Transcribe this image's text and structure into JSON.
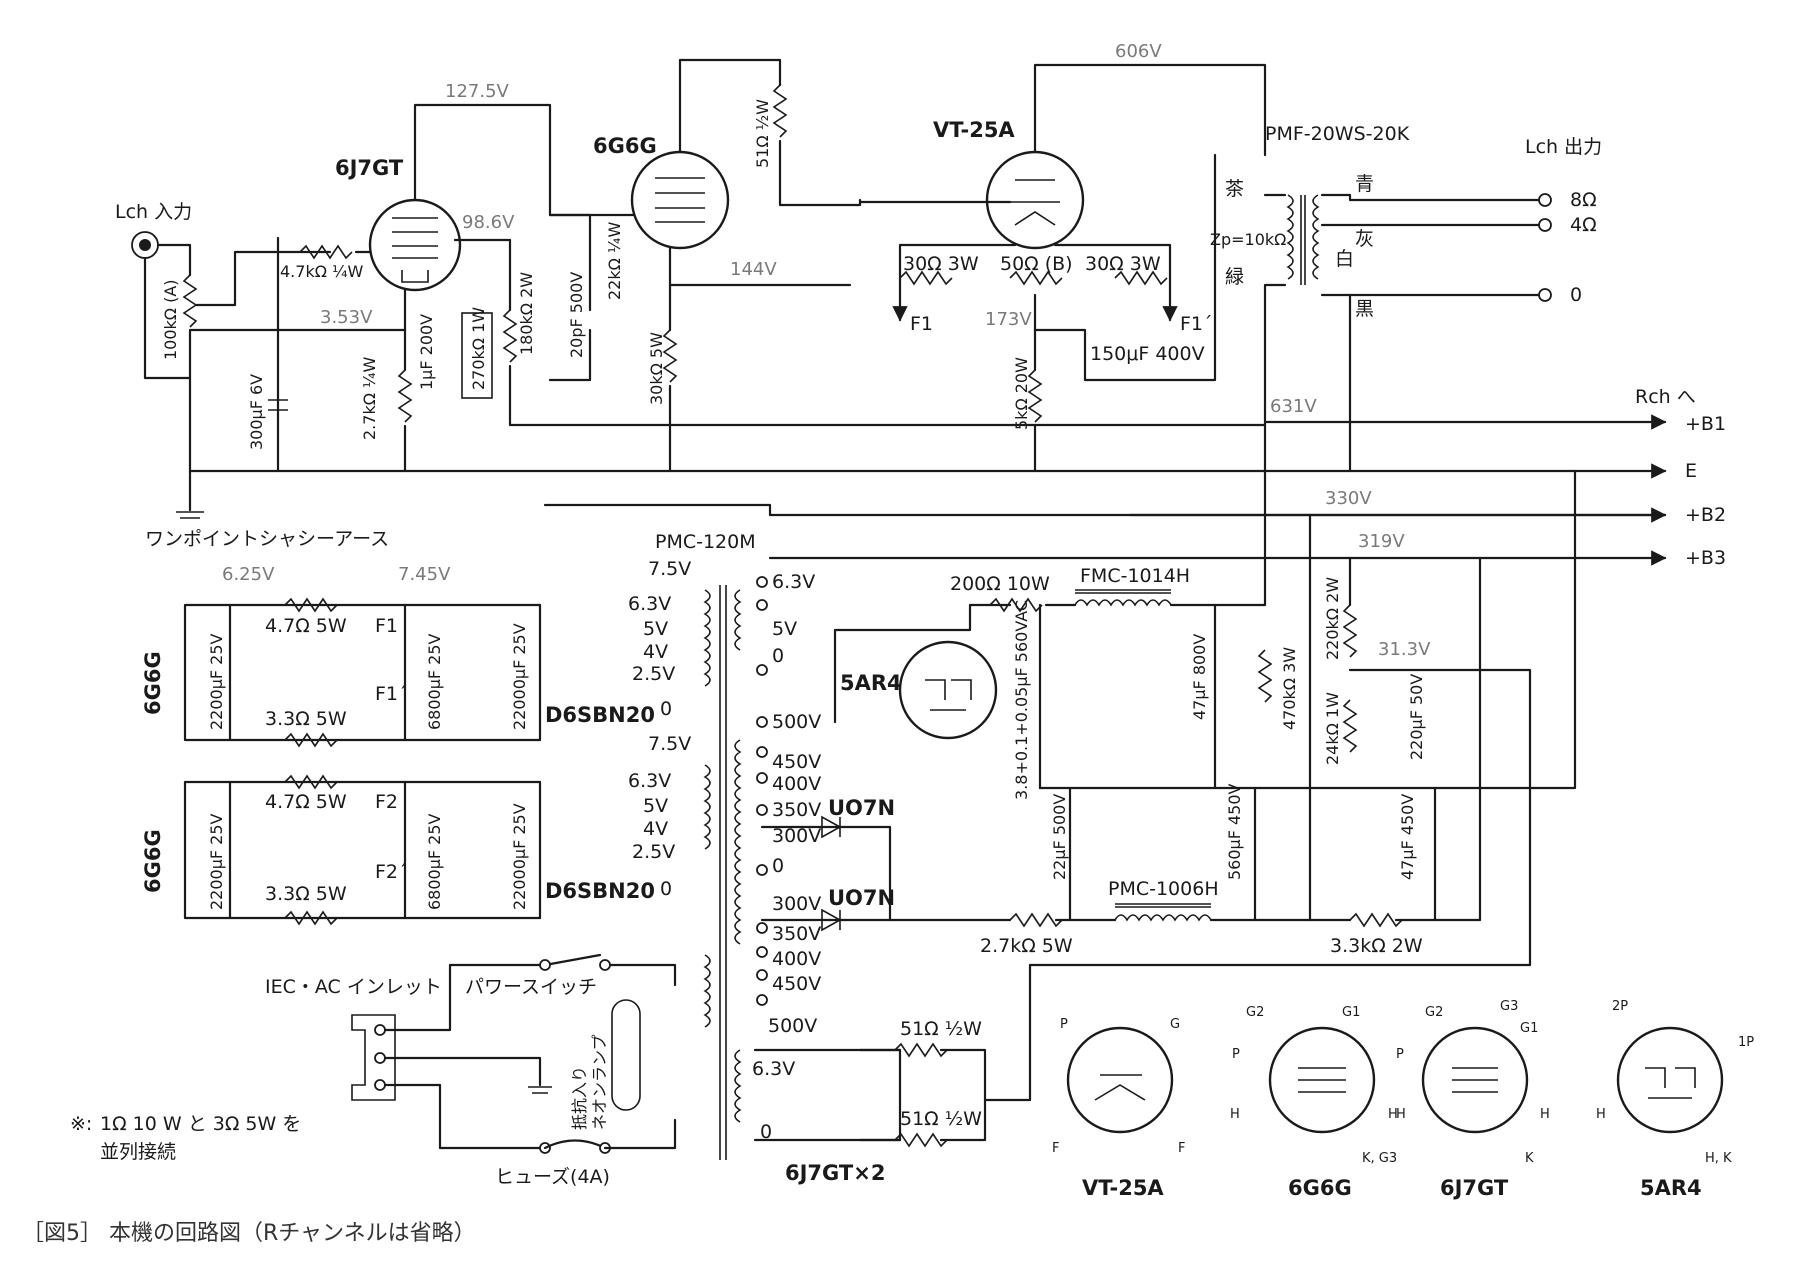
{
  "caption": "［図5］ 本機の回路図（Rチャンネルは省略）",
  "note": {
    "mark": "※:",
    "line1": "1Ω 10 W と 3Ω 5W を",
    "line2": "並列接続"
  },
  "tubes": {
    "v1": "6J7GT",
    "v2": "6G6G",
    "v3": "VT-25A",
    "rect": "5AR4"
  },
  "transformers": {
    "output": "PMF-20WS-20K",
    "power": "PMC-120M",
    "choke1": "FMC-1014H",
    "choke2": "PMC-1006H"
  },
  "labels": {
    "input": "Lch 入力",
    "output": "Lch 出力",
    "ground": "ワンポイントシャシーアース",
    "inlet": "IEC・AC インレット",
    "power_switch": "パワースイッチ",
    "fuse": "ヒューズ(4A)",
    "neon": "抵抗入り",
    "neon2": "ネオンランプ",
    "heater_ref": "6J7GT×2",
    "rch": "Rch へ",
    "diode_uo1": "UO7N",
    "diode_uo2": "UO7N",
    "bridge1": "D6SBN20",
    "bridge2": "D6SBN20",
    "zp": "Zp=10kΩ",
    "cc": "茶",
    "cg": "緑",
    "cblue": "青",
    "cgray": "灰",
    "cwhite": "白",
    "cblack": "黒"
  },
  "rails": {
    "b1": "+B1",
    "e": "E",
    "b2": "+B2",
    "b3": "+B3"
  },
  "outputs": {
    "o8": "8Ω",
    "o4": "4Ω",
    "o0": "0"
  },
  "voltages": {
    "v127": "127.5V",
    "v606": "606V",
    "v98": "98.6V",
    "v353": "3.53V",
    "v144": "144V",
    "v173": "173V",
    "v631": "631V",
    "v330": "330V",
    "v319": "319V",
    "v313": "31.3V",
    "v625": "6.25V",
    "v745": "7.45V"
  },
  "components": {
    "pot": "100kΩ (A)",
    "r47k": "4.7kΩ ¼W",
    "c300": "300μF 6V",
    "r27k": "2.7kΩ ¼W",
    "c1u": "1μF 200V",
    "r270k": "270kΩ 1W",
    "r180k": "180kΩ 2W",
    "c20p": "20pF 500V",
    "r22k": "22kΩ ¼W",
    "r51": "51Ω ½W",
    "r30k": "30kΩ 5W",
    "r30a": "30Ω 3W",
    "r50b": "50Ω (B)",
    "r30b": "30Ω 3W",
    "f1": "F1",
    "f1p": "F1´",
    "r5k": "5kΩ 20W",
    "c150": "150μF 400V",
    "r200": "200Ω 10W",
    "c38": "3.8+0.1+0.05μF 560VAC",
    "c47u": "47μF 800V",
    "r470k": "470kΩ 3W",
    "r220k": "220kΩ 2W",
    "r24k": "24kΩ 1W",
    "c220": "220μF 50V",
    "c22u": "22μF 500V",
    "c560": "560μF 450V",
    "c47b": "47μF 450V",
    "r27k5": "2.7kΩ 5W",
    "r33k": "3.3kΩ 2W",
    "r51a": "51Ω ½W",
    "r51b": "51Ω ½W",
    "h1_c1": "2200μF 25V",
    "h1_r1": "4.7Ω 5W",
    "h1_r2": "3.3Ω 5W",
    "h1_c2": "6800μF 25V",
    "h1_c3": "22000μF 25V",
    "h2_c1": "2200μF 25V",
    "h2_r1": "4.7Ω 5W",
    "h2_r2": "3.3Ω 5W",
    "h2_c2": "6800μF 25V",
    "h2_c3": "22000μF 25V",
    "f2": "F2",
    "f2p": "F2´",
    "h_tube1": "6G6G",
    "h_tube2": "6G6G"
  },
  "pt_taps": {
    "upper": [
      "7.5V",
      "6.3V",
      "5V",
      "4V",
      "2.5V",
      "0"
    ],
    "upper2": [
      "7.5V",
      "6.3V",
      "5V",
      "4V",
      "2.5V",
      "0"
    ],
    "sec_top": [
      "6.3V",
      "5V",
      "0"
    ],
    "hv": [
      "500V",
      "450V",
      "400V",
      "350V",
      "300V",
      "0",
      "300V",
      "350V",
      "400V",
      "450V",
      "500V"
    ],
    "bottom": [
      "6.3V",
      "0"
    ]
  },
  "pinouts": [
    {
      "name": "VT-25A",
      "pins": [
        "P",
        "G",
        "F",
        "F"
      ]
    },
    {
      "name": "6G6G",
      "pins": [
        "G2",
        "G1",
        "P",
        "H",
        "H",
        "K, G3"
      ]
    },
    {
      "name": "6J7GT",
      "pins": [
        "G2",
        "G3",
        "G1",
        "P",
        "H",
        "H",
        "K"
      ]
    },
    {
      "name": "5AR4",
      "pins": [
        "2P",
        "1P",
        "H",
        "H, K"
      ]
    }
  ]
}
